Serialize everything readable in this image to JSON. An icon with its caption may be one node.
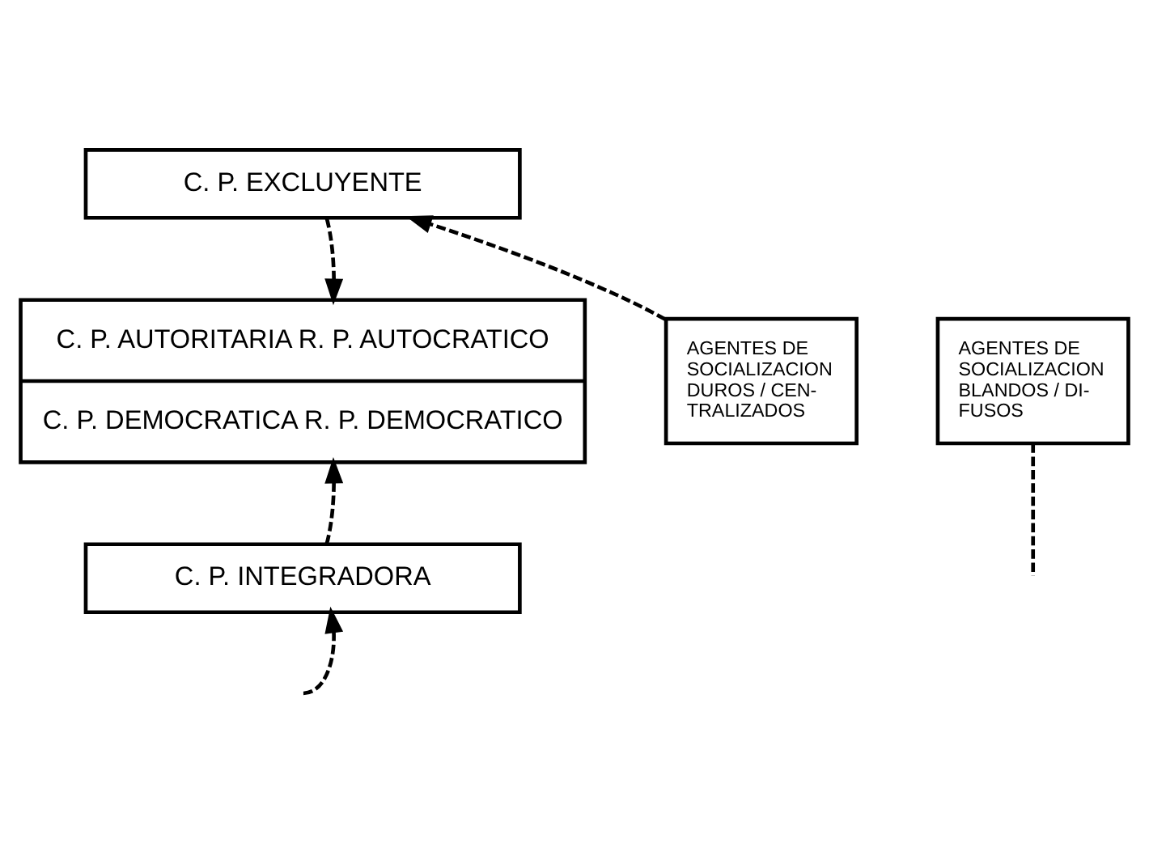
{
  "diagram": {
    "nodes": [
      {
        "text": [
          "C. P. EXCLUYENTE"
        ]
      },
      {
        "text": [
          "C. P. AUTORITARIA R. P. AUTOCRATICO",
          "C. P. DEMOCRATICA R. P. DEMOCRATICO"
        ]
      },
      {
        "text": [
          "AGENTES DE SOCIALIZACION DUROS / CEN- TRALIZADOS"
        ]
      },
      {
        "text": [
          "C. P. INTEGRADORA"
        ]
      },
      {
        "text": [
          "AGENTES DE SOCIALIZACION BLANDOS / DI- FUSOS"
        ]
      }
    ],
    "edges": [
      {
        "from": 2,
        "to": 0,
        "arrow": "to",
        "style": "dashed"
      },
      {
        "from": 0,
        "to": 1,
        "arrow": "to",
        "style": "dashed"
      },
      {
        "from": 3,
        "to": 1,
        "arrow": "to",
        "style": "dashed"
      },
      {
        "from": null,
        "to": 3,
        "arrow": "to",
        "style": "dashed"
      },
      {
        "from": 4,
        "to": null,
        "arrow": "none",
        "style": "dashed"
      }
    ]
  }
}
